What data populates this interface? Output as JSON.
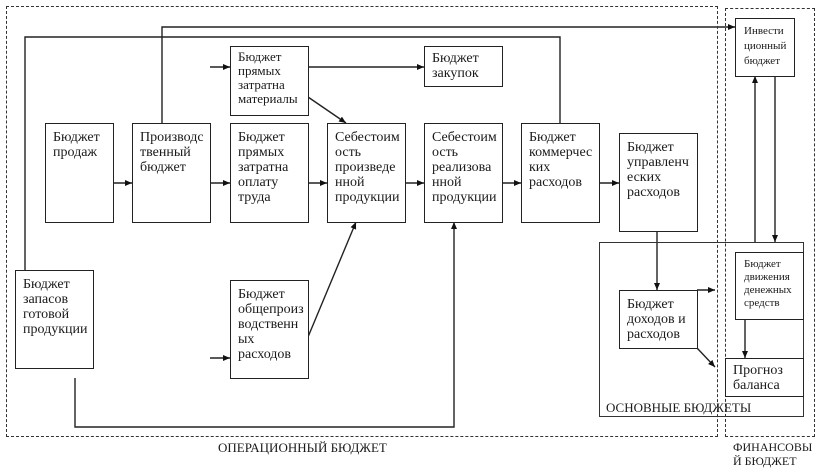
{
  "diagram": {
    "title": "Структура генерального бюджета",
    "regions": {
      "operational": "ОПЕРАЦИОННЫЙ БЮДЖЕТ",
      "financial": "ФИНАНСОВЫ\nЙ БЮДЖЕТ",
      "main_budgets": "ОСНОВНЫЕ БЮДЖЕТЫ"
    },
    "boxes": {
      "sales": "Бюджет\nпродаж",
      "production": "Производс\nтвенный\nбюджет",
      "materials": "Бюджет\nпрямых\nзатратна\nматериалы",
      "labor": "Бюджет\nпрямых\nзатратна\nоплату\nтруда",
      "cost_produced": "Себестоим\nость\nпроизведе\nнной\nпродукции",
      "purchases": "Бюджет\nзакупок",
      "cost_sold": "Себестоим\nость\nреализова\nнной\nпродукции",
      "commercial": "Бюджет\nкоммерчес\nких\nрасходов",
      "management": "Бюджет\nуправленч\nеских\nрасходов",
      "inventory": "Бюджет\nзапасов\nготовой\nпродукции",
      "overhead": "Бюджет\nобщепроиз\nводственн\nых\nрасходов",
      "income": "Бюджет\nдоходов и\nрасходов",
      "investment": "Инвести\nционный\nбюджет",
      "cashflow": "Бюджет\nдвижения\nденежных\nсредств",
      "balance": "Прогноз\nбаланса"
    }
  }
}
